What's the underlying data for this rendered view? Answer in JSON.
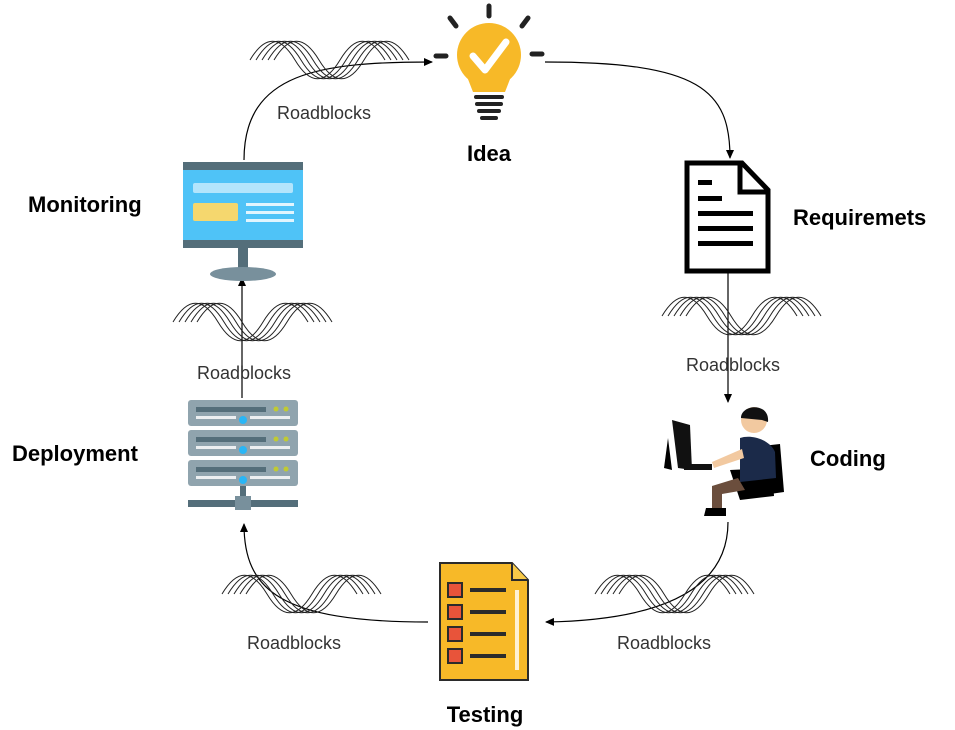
{
  "diagram": {
    "stages": {
      "idea": "Idea",
      "requirements": "Requiremets",
      "coding": "Coding",
      "testing": "Testing",
      "deployment": "Deployment",
      "monitoring": "Monitoring"
    },
    "roadblocks": {
      "top": "Roadblocks",
      "right_upper": "Roadblocks",
      "right_lower": "Roadblocks",
      "bottom_left": "Roadblocks",
      "left": "Roadblocks"
    },
    "colors": {
      "bulb": "#F7B928",
      "checklist": "#F7B928",
      "checkbox": "#E8543A",
      "monitor_screen": "#4FC3F7",
      "monitor_frame": "#546E7A",
      "server": "#90A4AE"
    }
  }
}
